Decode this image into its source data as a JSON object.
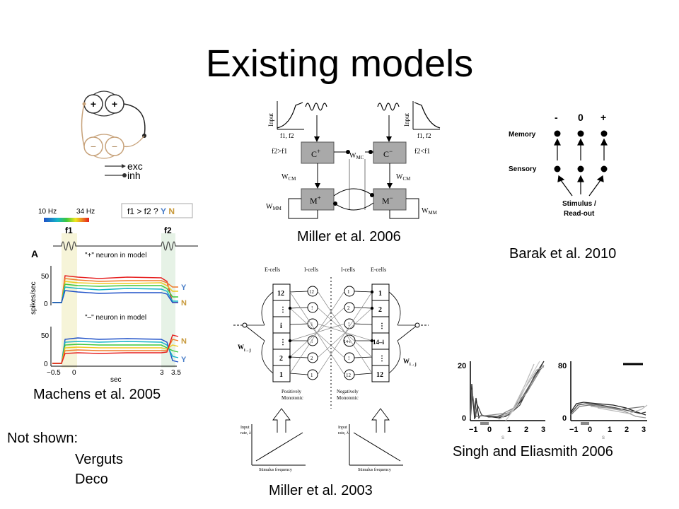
{
  "slide": {
    "title": "Existing models"
  },
  "captions": {
    "machens": "Machens et al. 2005",
    "miller2006": "Miller et al. 2006",
    "barak": "Barak et al. 2010",
    "miller2003": "Miller et al. 2003",
    "singh": "Singh and Eliasmith 2006"
  },
  "not_shown": {
    "heading": "Not shown:",
    "items": [
      "Verguts",
      "Deco"
    ]
  },
  "fig_circuit": {
    "plus": "+",
    "minus": "−",
    "legend_exc": "exc",
    "legend_inh": "inh"
  },
  "fig_machens": {
    "scale_low": "10 Hz",
    "scale_high": "34 Hz",
    "condition_prefix": "f1 > f2 ? ",
    "condition_y": "Y",
    "condition_n": "N",
    "panel_label": "A",
    "stim1": "f1",
    "stim2": "f2",
    "neuron_plus": "\"+\" neuron in model",
    "neuron_minus": "\"–\" neuron in model",
    "ylabel": "spikes/sec",
    "xlabel": "sec",
    "yticks": [
      "50",
      "0"
    ],
    "xticks": [
      "−0.5",
      "0",
      "3",
      "3.5"
    ],
    "y_label": "Y",
    "n_label": "N"
  },
  "fig_miller2006": {
    "input": "Input",
    "f1f2": "f1, f2",
    "f2gtf1": "f2>f1",
    "f2ltf1": "f2<f1",
    "c_plus": "C",
    "c_minus": "C",
    "m_plus": "M",
    "m_minus": "M",
    "w_mc": "W",
    "w_mc_sub": "MC",
    "w_cm": "W",
    "w_cm_sub": "CM",
    "w_mm": "W",
    "w_mm_sub": "MM"
  },
  "fig_barak": {
    "col_minus": "-",
    "col_zero": "0",
    "col_plus": "+",
    "memory": "Memory",
    "sensory": "Sensory",
    "stimulus": "Stimulus /",
    "readout": "Read-out"
  },
  "fig_miller2003": {
    "ecells": "E-cells",
    "icells": "I-cells",
    "left_cells": [
      "12",
      "⋮",
      "i",
      "⋮",
      "2",
      "1"
    ],
    "left_icells": [
      "12",
      "!",
      "i",
      "!",
      "2",
      "1"
    ],
    "right_icells": [
      "1",
      "2",
      "!",
      "14-i",
      "!",
      "12"
    ],
    "right_cells": [
      "1",
      "2",
      "⋮",
      "14–i",
      "⋮",
      "12"
    ],
    "w_left": "W",
    "w_left_sub": "i→j",
    "w_right": "W",
    "w_right_sub": "i→j",
    "pos_mono_1": "Positively",
    "pos_mono_2": "Monotonic",
    "neg_mono_1": "Negatively",
    "neg_mono_2": "Monotonic",
    "input_rate_1": "Input",
    "input_rate_2": "rate, λ",
    "stim_freq": "Stimulus frequency"
  },
  "fig_singh": {
    "left_ymax": "20",
    "left_ymin": "0",
    "right_ymax": "80",
    "right_ymin": "0",
    "xticks": [
      "−1",
      "0",
      "1",
      "2",
      "3"
    ],
    "xunit": "s"
  }
}
